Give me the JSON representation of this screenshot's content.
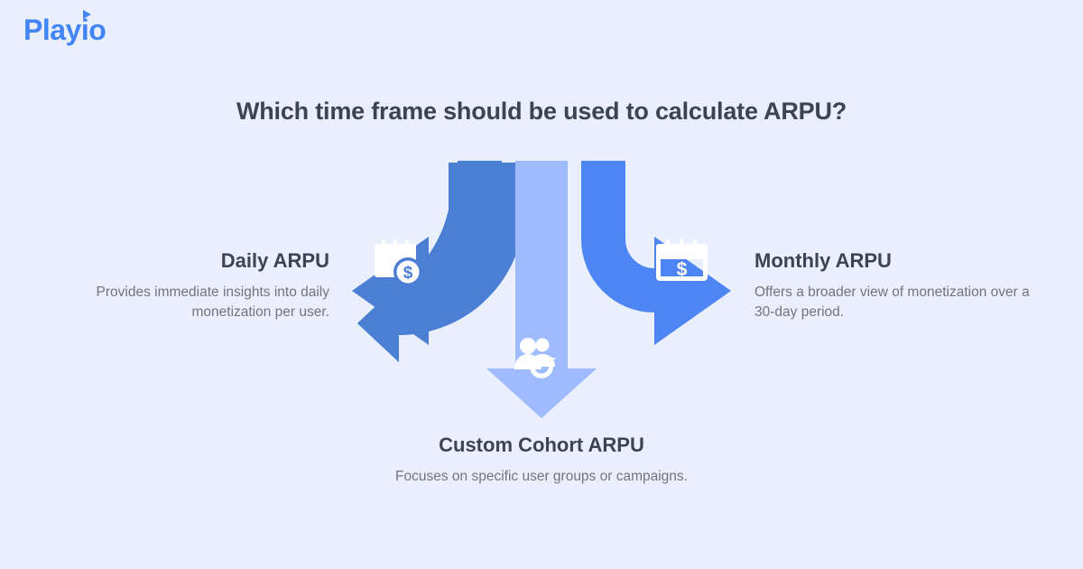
{
  "brand": {
    "name": "Playio",
    "color": "#4285f4",
    "play_icon": "play-triangle-icon"
  },
  "header": {
    "title": "Which time frame should be used to calculate ARPU?",
    "title_color": "#3c4452"
  },
  "colors": {
    "background": "#e9effc",
    "arrow_left": "#4a7fd4",
    "arrow_center": "#9dbbfd",
    "arrow_right": "#4d85f5",
    "heading_text": "#3c4452",
    "body_text": "#6f7681"
  },
  "nodes": [
    {
      "id": "daily-arpu",
      "title": "Daily ARPU",
      "description": "Provides immediate insights into daily monetization per user.",
      "icon": "calendar-dollar-coin-icon",
      "arrow": "curved-arrow-left",
      "color": "#4a7fd4"
    },
    {
      "id": "monthly-arpu",
      "title": "Monthly ARPU",
      "description": "Offers a broader view of monetization over a 30-day period.",
      "icon": "calendar-dollar-icon",
      "arrow": "curved-arrow-right",
      "color": "#4d85f5"
    },
    {
      "id": "custom-cohort-arpu",
      "title": "Custom Cohort ARPU",
      "description": "Focuses on specific user groups or campaigns.",
      "icon": "users-refresh-icon",
      "arrow": "straight-arrow-down",
      "color": "#9dbbfd"
    }
  ]
}
